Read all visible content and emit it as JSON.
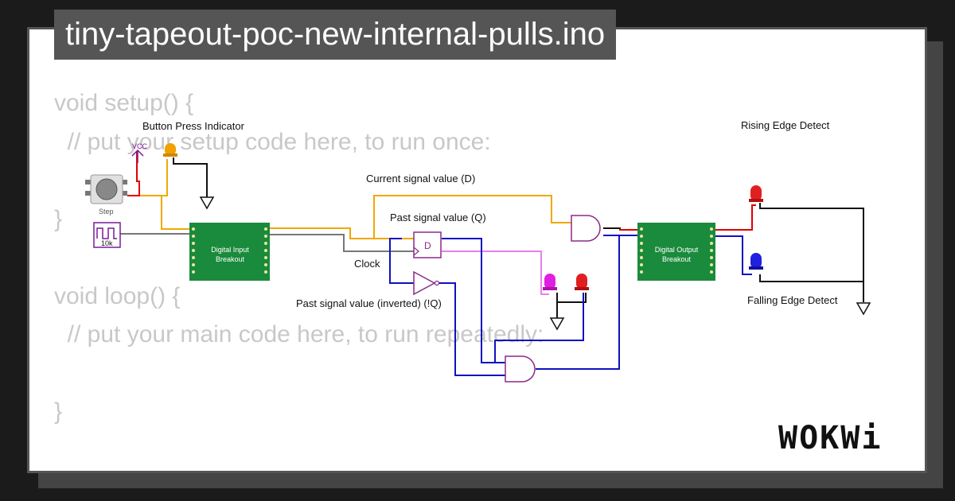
{
  "title": "tiny-tapeout-poc-new-internal-pulls.ino",
  "code_lines": [
    "void setup() {",
    "  // put your setup code here, to run once:",
    "",
    "}",
    "",
    "void loop() {",
    "  // put your main code here, to run repeatedly:",
    "",
    "}"
  ],
  "circuit": {
    "labels": {
      "button_press_indicator": "Button Press Indicator",
      "rising_edge_detect": "Rising Edge Detect",
      "falling_edge_detect": "Falling Edge Detect",
      "current_signal": "Current signal value (D)",
      "past_signal": "Past signal value (Q)",
      "past_signal_inverted": "Past signal value (inverted) (!Q)",
      "clock": "Clock"
    },
    "components": {
      "vcc": "VCC",
      "step_button": "Step",
      "clock_generator": "10k",
      "input_breakout_line1": "Digital Input",
      "input_breakout_line2": "Breakout",
      "output_breakout_line1": "Digital Output",
      "output_breakout_line2": "Breakout",
      "flipflop": "D"
    },
    "colors": {
      "wire_orange": "#f0a800",
      "wire_blue": "#1010c0",
      "wire_red": "#e00000",
      "wire_gray": "#777777",
      "wire_pink": "#e880e8",
      "breakout_green": "#1a8a3c",
      "gate_purple": "#8a2a8a",
      "led_orange": "#f0a000",
      "led_red": "#e02020",
      "led_blue": "#2020e0",
      "led_magenta": "#e020e0"
    }
  },
  "logo": "WOKWi"
}
